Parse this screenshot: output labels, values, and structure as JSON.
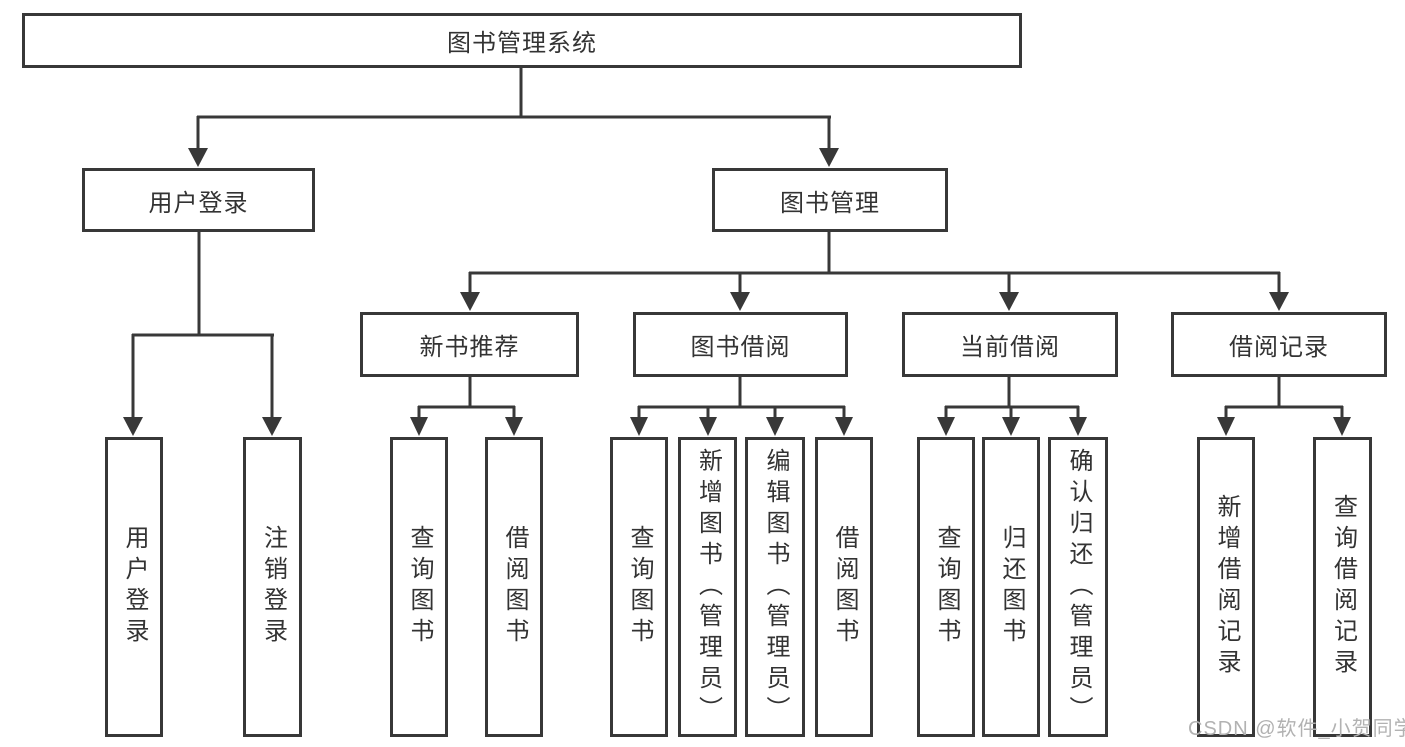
{
  "diagram": {
    "background": "#ffffff",
    "line_color": "#383838",
    "text_color": "#333333",
    "watermark": {
      "text": "CSDN @软件_小贺同学",
      "color": "#b2b2b2"
    },
    "tree": {
      "root": {
        "label": "图书管理系统",
        "children": [
          {
            "label": "用户登录",
            "children": [
              {
                "label": "用户登录"
              },
              {
                "label": "注销登录"
              }
            ]
          },
          {
            "label": "图书管理",
            "children": [
              {
                "label": "新书推荐",
                "children": [
                  {
                    "label": "查询图书"
                  },
                  {
                    "label": "借阅图书"
                  }
                ]
              },
              {
                "label": "图书借阅",
                "children": [
                  {
                    "label": "查询图书"
                  },
                  {
                    "label": "新增图书（管理员）"
                  },
                  {
                    "label": "编辑图书（管理员）"
                  },
                  {
                    "label": "借阅图书"
                  }
                ]
              },
              {
                "label": "当前借阅",
                "children": [
                  {
                    "label": "查询图书"
                  },
                  {
                    "label": "归还图书"
                  },
                  {
                    "label": "确认归还（管理员）"
                  }
                ]
              },
              {
                "label": "借阅记录",
                "children": [
                  {
                    "label": "新增借阅记录"
                  },
                  {
                    "label": "查询借阅记录"
                  }
                ]
              }
            ]
          }
        ]
      }
    }
  }
}
